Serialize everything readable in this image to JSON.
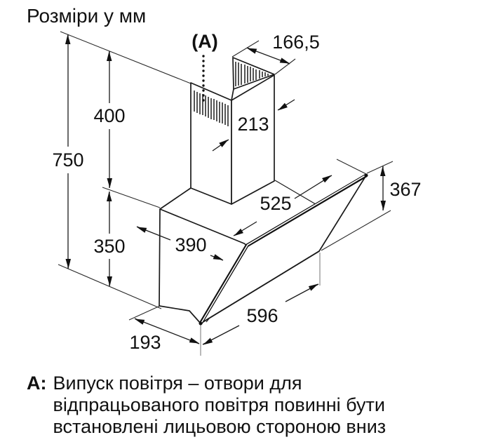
{
  "title": "Розміри у мм",
  "callout": {
    "label": "(A)"
  },
  "note": {
    "label": "A:",
    "lines": "Випуск повітря – отвори для\nвідпрацьованого повітря повинні бути\nвстановлені лицьовою стороною вниз"
  },
  "dimensions": {
    "total_height": "750",
    "duct_height": "400",
    "body_height": "350",
    "duct_top_depth": "166,5",
    "duct_width": "213",
    "body_top_width": "525",
    "panel_height": "367",
    "body_depth": "390",
    "body_bottom_depth": "193",
    "panel_width": "596"
  }
}
